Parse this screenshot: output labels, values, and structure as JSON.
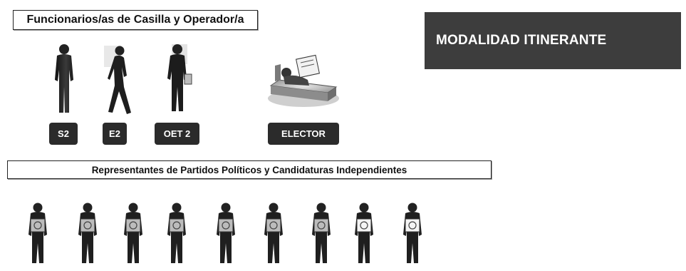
{
  "officials_section": {
    "title": "Funcionarios/as de Casilla y Operador/a",
    "roles": [
      {
        "label": "S2",
        "icon": "standing-official-icon"
      },
      {
        "label": "E2",
        "icon": "walking-official-icon"
      },
      {
        "label": "OET 2",
        "icon": "operator-with-tablet-icon"
      },
      {
        "label": "ELECTOR",
        "icon": "voter-in-bed-icon"
      }
    ]
  },
  "mode_banner": {
    "text": "MODALIDAD ITINERANTE",
    "background": "#3d3d3d",
    "color": "#ffffff"
  },
  "representatives_section": {
    "title": "Representantes de Partidos Políticos y Candidaturas Independientes",
    "count": 9,
    "icon": "party-representative-icon"
  }
}
